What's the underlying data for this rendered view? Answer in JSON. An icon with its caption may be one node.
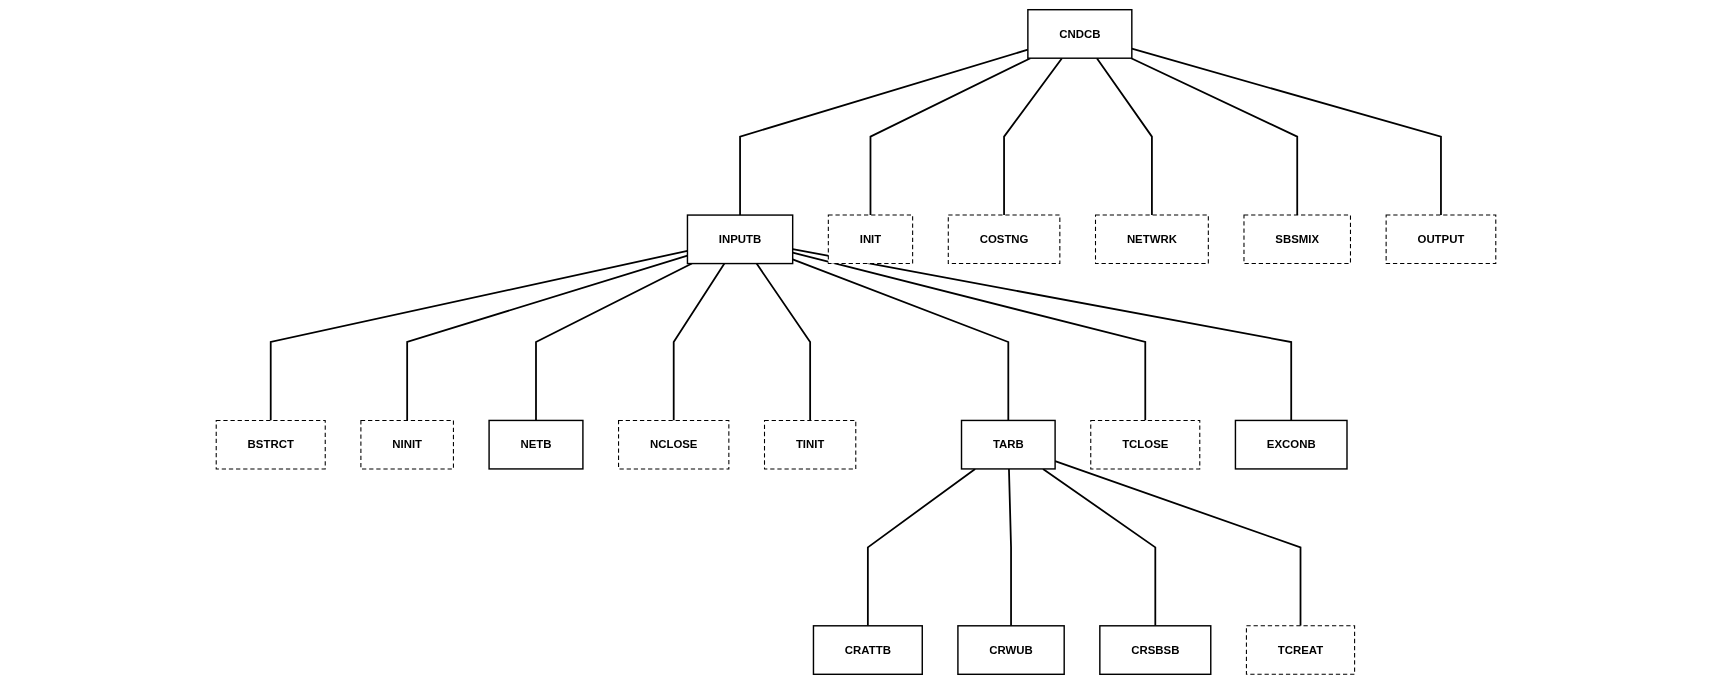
{
  "diagram": {
    "nodes": [
      {
        "text": [
          "CNDCB"
        ]
      },
      {
        "text": [
          "INPUTB"
        ]
      },
      {
        "text": [
          "INIT"
        ]
      },
      {
        "text": [
          "COSTNG"
        ]
      },
      {
        "text": [
          "NETWRK"
        ]
      },
      {
        "text": [
          "SBSMIX"
        ]
      },
      {
        "text": [
          "OUTPUT"
        ]
      },
      {
        "text": [
          "BSTRCT"
        ]
      },
      {
        "text": [
          "NINIT"
        ]
      },
      {
        "text": [
          "NETB"
        ]
      },
      {
        "text": [
          "NCLOSE"
        ]
      },
      {
        "text": [
          "TINIT"
        ]
      },
      {
        "text": [
          "TARB"
        ]
      },
      {
        "text": [
          "TCLOSE"
        ]
      },
      {
        "text": [
          "EXCONB"
        ]
      },
      {
        "text": [
          "CRATTB"
        ]
      },
      {
        "text": [
          "CRWUB"
        ]
      },
      {
        "text": [
          "CRSBSB"
        ]
      },
      {
        "text": [
          "TCREAT"
        ]
      }
    ],
    "edges": [
      {
        "from": 0,
        "to": 1,
        "arrow": "none"
      },
      {
        "from": 0,
        "to": 2,
        "arrow": "none"
      },
      {
        "from": 0,
        "to": 3,
        "arrow": "none"
      },
      {
        "from": 0,
        "to": 4,
        "arrow": "none"
      },
      {
        "from": 0,
        "to": 5,
        "arrow": "none"
      },
      {
        "from": 0,
        "to": 6,
        "arrow": "none"
      },
      {
        "from": 1,
        "to": 7,
        "arrow": "none"
      },
      {
        "from": 1,
        "to": 8,
        "arrow": "none"
      },
      {
        "from": 1,
        "to": 9,
        "arrow": "none"
      },
      {
        "from": 1,
        "to": 10,
        "arrow": "none"
      },
      {
        "from": 1,
        "to": 11,
        "arrow": "none"
      },
      {
        "from": 1,
        "to": 12,
        "arrow": "none"
      },
      {
        "from": 1,
        "to": 13,
        "arrow": "none"
      },
      {
        "from": 1,
        "to": 14,
        "arrow": "none"
      },
      {
        "from": 12,
        "to": 15,
        "arrow": "none"
      },
      {
        "from": 12,
        "to": 16,
        "arrow": "none"
      },
      {
        "from": 12,
        "to": 17,
        "arrow": "none"
      },
      {
        "from": 12,
        "to": 18,
        "arrow": "none"
      }
    ]
  }
}
